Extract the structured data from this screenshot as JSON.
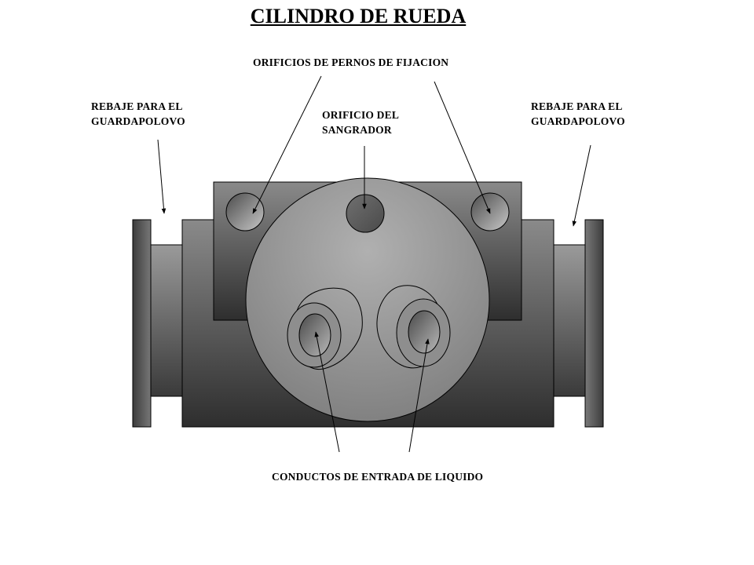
{
  "title": "CILINDRO DE RUEDA",
  "labels": {
    "bolt_holes": "ORIFICIOS DE PERNOS DE FIJACION",
    "boot_groove_left": [
      "REBAJE PARA EL",
      "GUARDAPOLOVO"
    ],
    "bleeder": [
      "ORIFICIO DEL",
      "SANGRADOR"
    ],
    "boot_groove_right": [
      "REBAJE PARA EL",
      "GUARDAPOLOVO"
    ],
    "inlet_ports": "CONDUCTOS DE ENTRADA DE LIQUIDO"
  }
}
